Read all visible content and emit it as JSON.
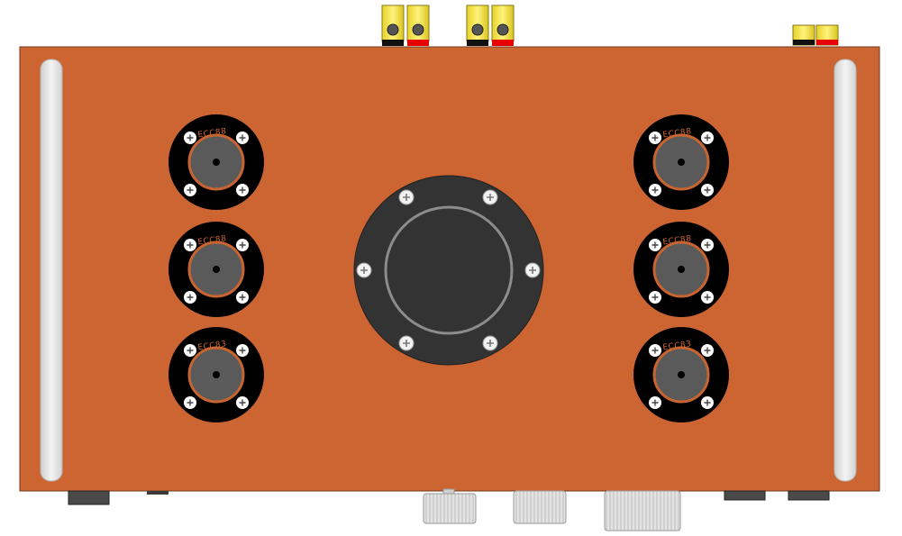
{
  "amplifier": {
    "chassis_color": "#cd6533",
    "handle_color": "#e6e6e6",
    "socket_color": "#000000",
    "tube_base_color": "#5a5a5a",
    "transformer_color": "#333333",
    "transformer_ring_color": "#8c8c8c",
    "knob_color": "#dcdcdc",
    "terminal_gold": "#f0e03c",
    "terminal_red": "#e60000"
  },
  "tubes": {
    "left": [
      {
        "label": "ECC88"
      },
      {
        "label": "ECC88"
      },
      {
        "label": "ECC83"
      }
    ],
    "right": [
      {
        "label": "ECC88"
      },
      {
        "label": "ECC88"
      },
      {
        "label": "ECC83"
      }
    ]
  },
  "front_panel": {
    "knobs": [
      {
        "name": "knob-left"
      },
      {
        "name": "knob-middle"
      },
      {
        "name": "knob-right"
      }
    ]
  }
}
